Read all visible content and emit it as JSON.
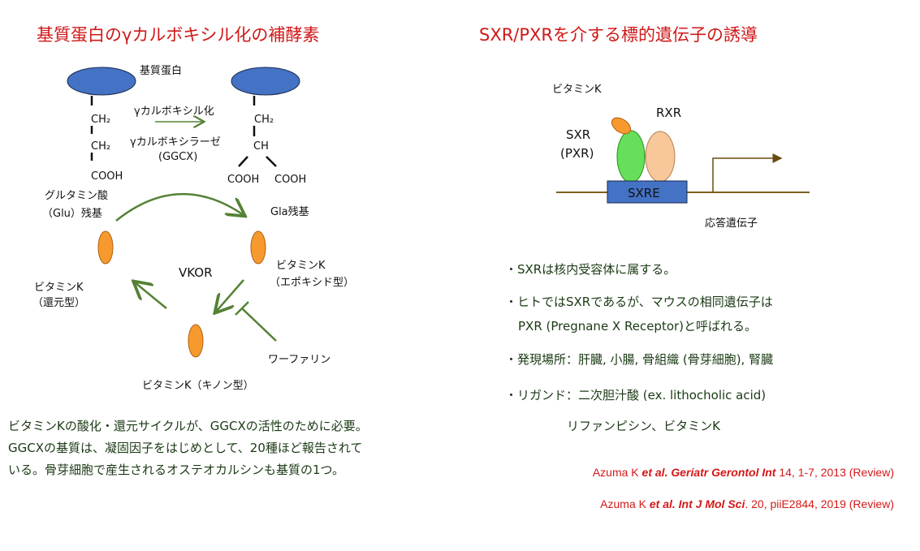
{
  "left": {
    "title": "基質蛋白のγカルボキシル化の補酵素",
    "substrate_label": "基質蛋白",
    "ch2_a": "CH₂",
    "ch2_b": "CH₂",
    "cooh": "COOH",
    "ch2_c": "CH₂",
    "ch": "CH",
    "cooh_b": "COOH",
    "cooh_c": "COOH",
    "reaction": "γカルボキシル化",
    "enzyme": "γカルボキシラーゼ",
    "enzyme_abbr": "(GGCX)",
    "glu_1": "グルタミン酸",
    "glu_2": "（Glu）残基",
    "gla": "Gla残基",
    "vkor": "VKOR",
    "vk_reduced_1": "ビタミンK",
    "vk_reduced_2": "（還元型）",
    "vk_epoxide_1": "ビタミンK",
    "vk_epoxide_2": "（エポキシド型）",
    "vk_quinone": "ビタミンK（キノン型）",
    "warfarin": "ワーファリン",
    "para": [
      "ビタミンKの酸化・還元サイクルが、GGCXの活性のために必要。",
      "GGCXの基質は、凝固因子をはじめとして、20種ほど報告されて",
      "いる。骨芽細胞で産生されるオステオカルシンも基質の1つ。"
    ]
  },
  "right": {
    "title": "SXR/PXRを介する標的遺伝子の誘導",
    "vitk": "ビタミンK",
    "rxr": "RXR",
    "sxr": "SXR",
    "pxr": "(PXR)",
    "sxre": "SXRE",
    "response": "応答遺伝子",
    "bullets": [
      "・SXRは核内受容体に属する。",
      "・ヒトではSXRであるが、マウスの相同遺伝子は",
      "PXR (Pregnane X Receptor)と呼ばれる。",
      "・発現場所：肝臓, 小腸, 骨組織 (骨芽細胞), 腎臓",
      "・リガンド：二次胆汁酸 (ex. lithocholic acid)",
      "リファンピシン、ビタミンK"
    ],
    "refs": [
      {
        "a": "Azuma K ",
        "b": "et al. Geriatr Gerontol Int",
        "c": " 14, 1-7, 2013 (Review)"
      },
      {
        "a": "Azuma K ",
        "b": "et al. Int J Mol Sci",
        "c": ". 20, piiE2844, 2019 (Review)"
      }
    ]
  },
  "colors": {
    "blue": "#4472c4",
    "orange": "#f79a2e",
    "green_arrow": "#548235",
    "sxr_green": "#66e05a",
    "rxr_peach": "#f8c89a"
  }
}
